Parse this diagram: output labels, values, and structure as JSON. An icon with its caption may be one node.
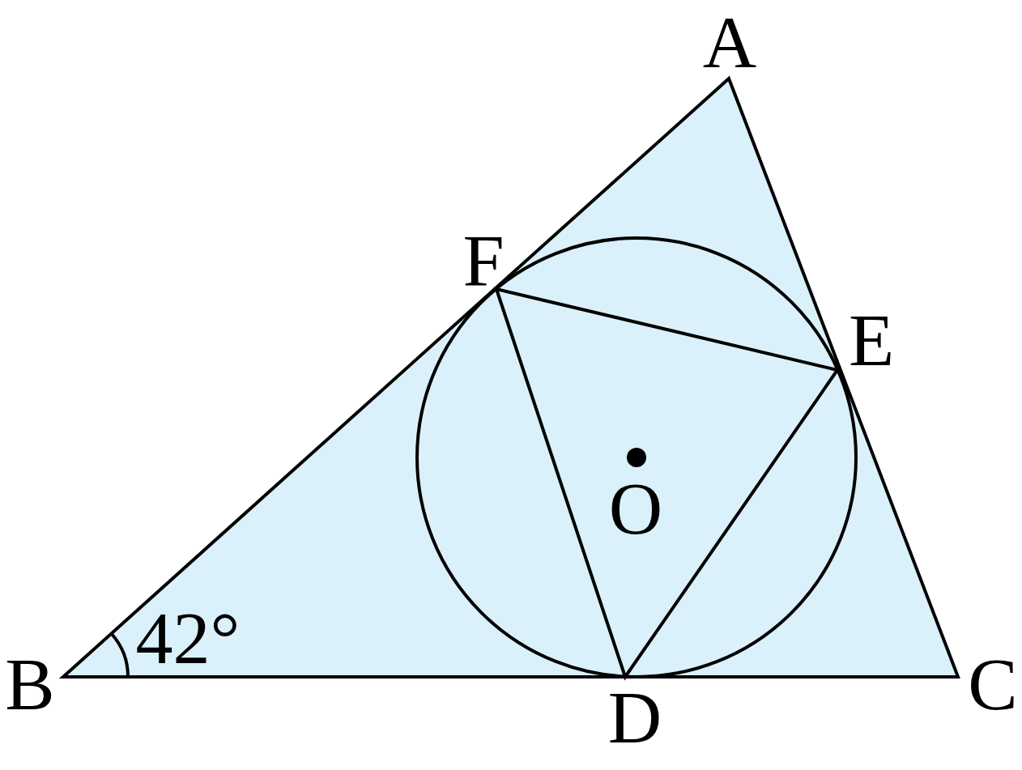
{
  "diagram": {
    "labels": [
      "A",
      "F",
      "E",
      "O",
      "42°",
      "B",
      "D",
      "C"
    ]
  }
}
